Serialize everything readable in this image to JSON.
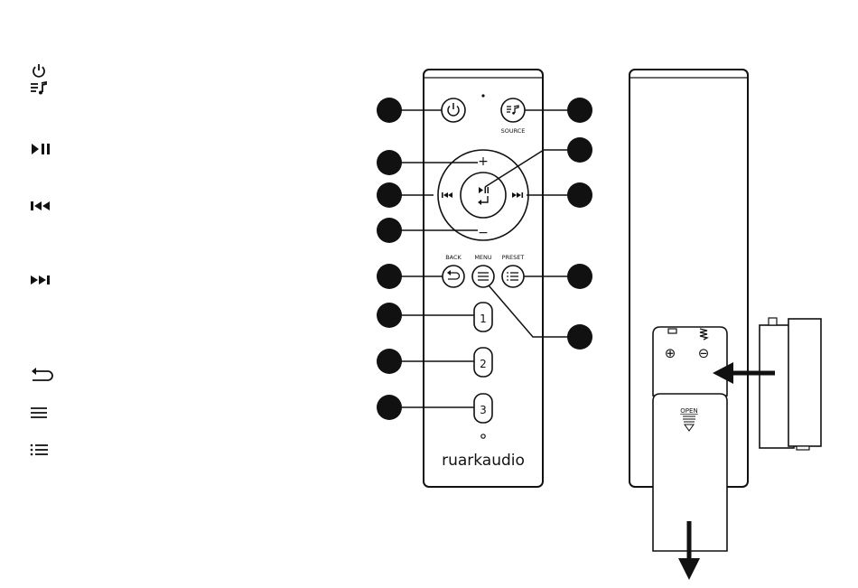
{
  "legend": {
    "items": [
      {
        "icon": "power-icon"
      },
      {
        "icon": "source-icon"
      },
      {
        "icon": "play-pause-icon"
      },
      {
        "icon": "skip-back-icon"
      },
      {
        "icon": "skip-forward-icon"
      },
      {
        "icon": "back-icon"
      },
      {
        "icon": "menu-icon"
      },
      {
        "icon": "preset-icon"
      }
    ]
  },
  "remote": {
    "source_label": "SOURCE",
    "back_label": "BACK",
    "menu_label": "MENU",
    "preset_label": "PRESET",
    "plus_symbol": "+",
    "minus_symbol": "−",
    "preset_1": "1",
    "preset_2": "2",
    "preset_3": "3",
    "brand": "ruarkaudio"
  },
  "battery": {
    "open_label": "OPEN",
    "plus_symbol": "⊕",
    "minus_symbol": "⊖"
  }
}
